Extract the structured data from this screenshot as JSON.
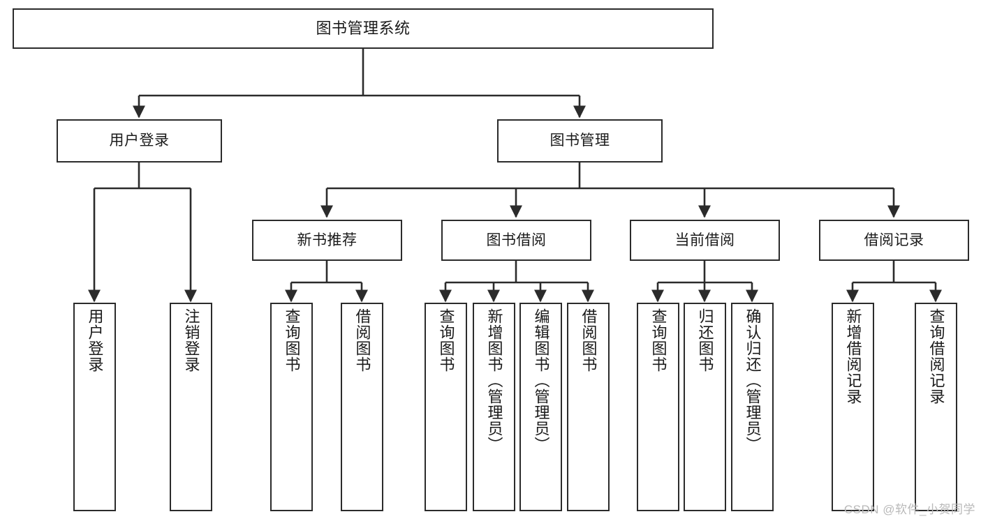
{
  "diagram": {
    "title": "图书管理系统",
    "type": "tree",
    "colors": {
      "background": "#ffffff",
      "box_fill": "#ffffff",
      "box_stroke": "#2b2b2b",
      "connector": "#2b2b2b",
      "text": "#1a1a1a",
      "watermark": "#b9b9b9"
    },
    "watermark": "CSDN @软件_小贺同学",
    "root": {
      "label": "图书管理系统"
    },
    "level1": [
      {
        "label": "用户登录"
      },
      {
        "label": "图书管理"
      }
    ],
    "level2": [
      {
        "label": "新书推荐"
      },
      {
        "label": "图书借阅"
      },
      {
        "label": "当前借阅"
      },
      {
        "label": "借阅记录"
      }
    ],
    "leaves": {
      "user_login": [
        {
          "label": "用户登录"
        },
        {
          "label": "注销登录"
        }
      ],
      "new_book_recommend": [
        {
          "label": "查询图书"
        },
        {
          "label": "借阅图书"
        }
      ],
      "book_borrow": [
        {
          "label": "查询图书"
        },
        {
          "label": "新增图书（管理员）"
        },
        {
          "label": "编辑图书（管理员）"
        },
        {
          "label": "借阅图书"
        }
      ],
      "current_borrow": [
        {
          "label": "查询图书"
        },
        {
          "label": "归还图书"
        },
        {
          "label": "确认归还（管理员）"
        }
      ],
      "borrow_record": [
        {
          "label": "新增借阅记录"
        },
        {
          "label": "查询借阅记录"
        }
      ]
    }
  }
}
